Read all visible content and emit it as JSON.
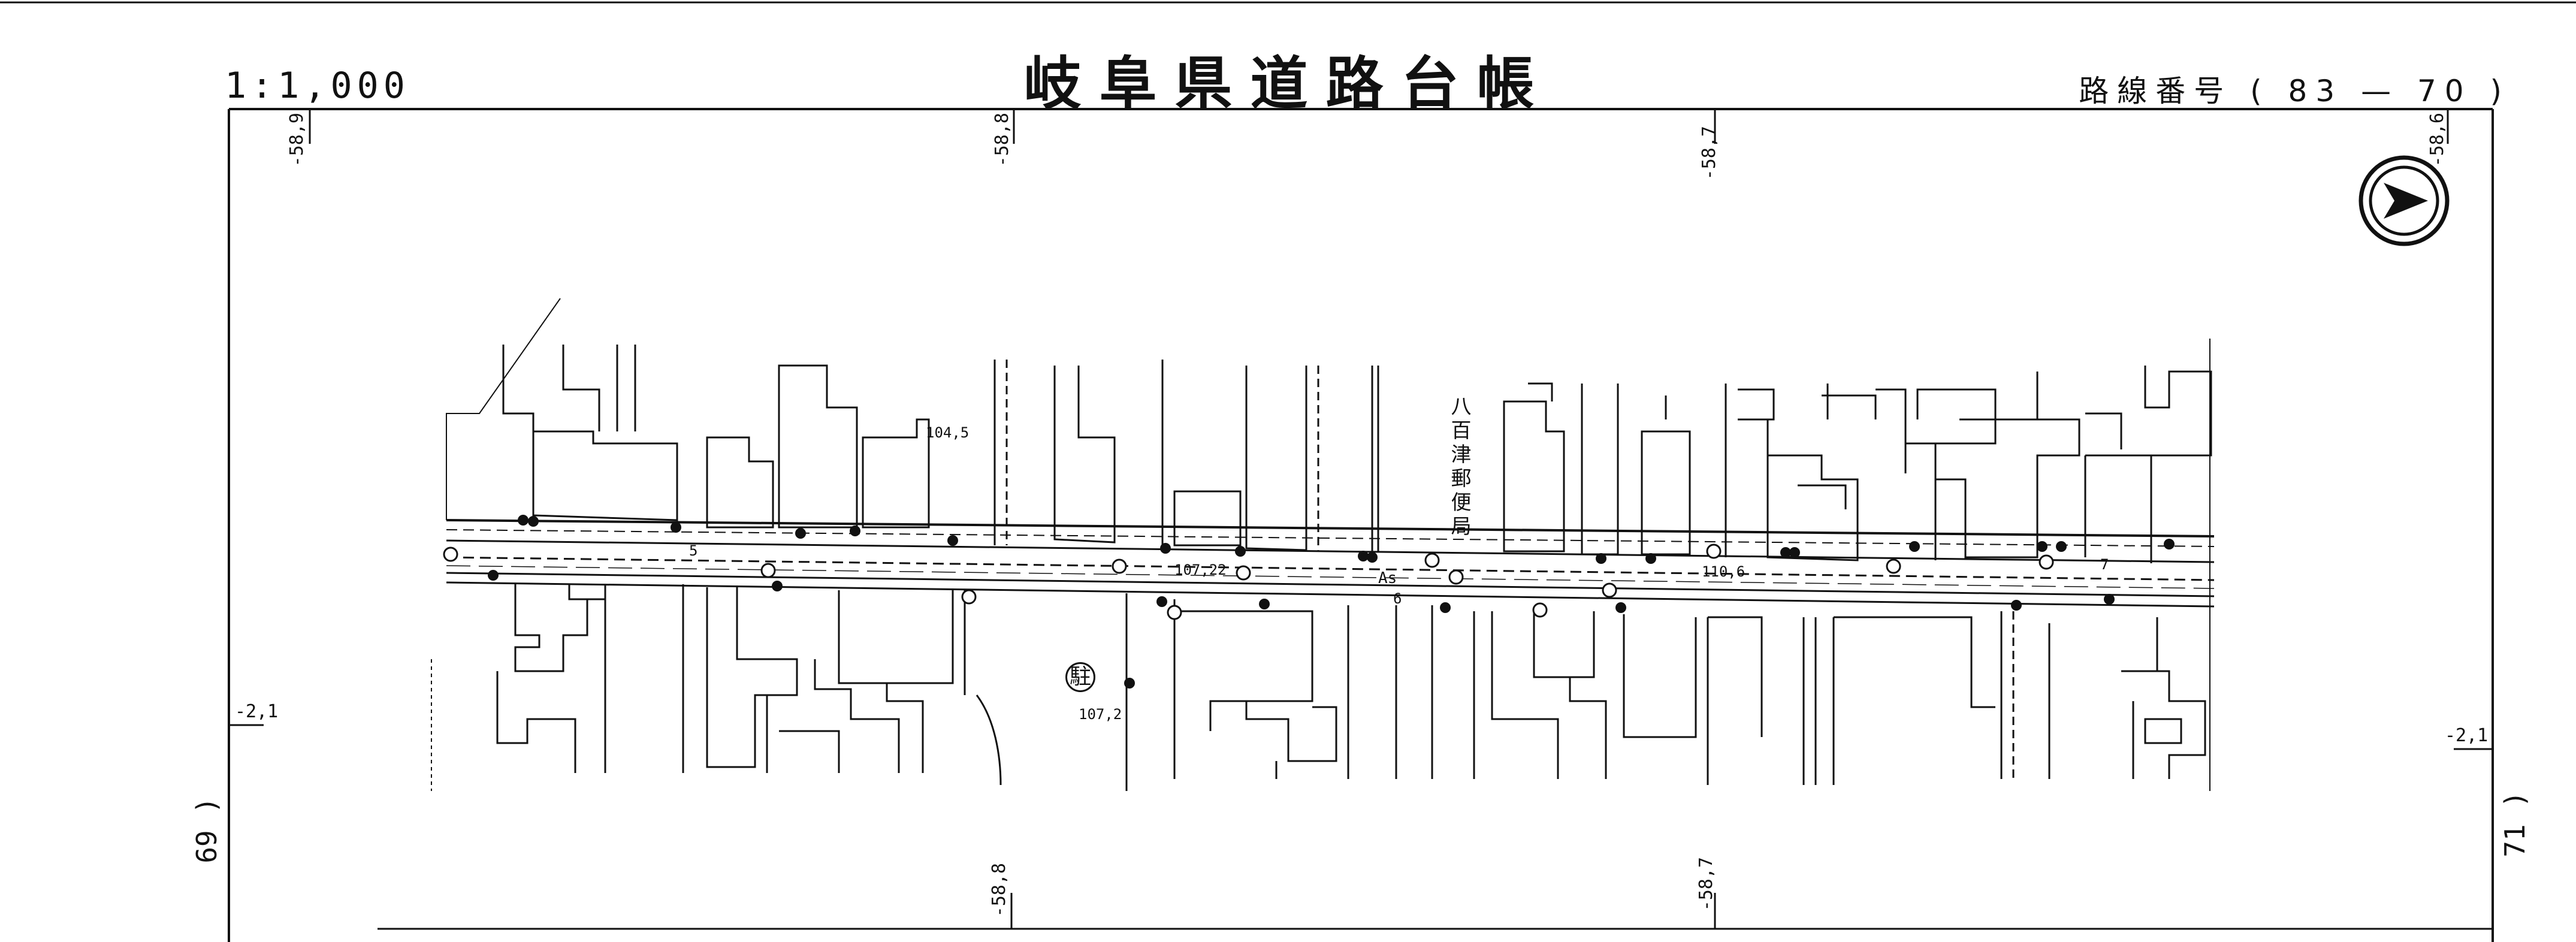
{
  "header": {
    "title": "岐阜県道路台帳",
    "scale": "1:1,000",
    "route_number": "路線番号 ( 83 — 70 )"
  },
  "grid_ticks": {
    "top": [
      "-58,9",
      "-58,8",
      "-58,7",
      "-58,6"
    ],
    "bottom": [
      "-58,8",
      "-58,7"
    ],
    "left": "-2,1",
    "right": "-2,1"
  },
  "adjacent_sheets": {
    "left": "69 )",
    "right": "71 )"
  },
  "map_labels": {
    "post_office": "八百津郵便局",
    "parking_symbol": "駐",
    "road_surface": "As",
    "elevations": [
      "104,5",
      "107,22",
      "110,6",
      "107,2"
    ],
    "kilometer_posts": [
      "5",
      "6",
      "7"
    ]
  },
  "icons": {
    "north_arrow": "north-arrow-icon"
  }
}
